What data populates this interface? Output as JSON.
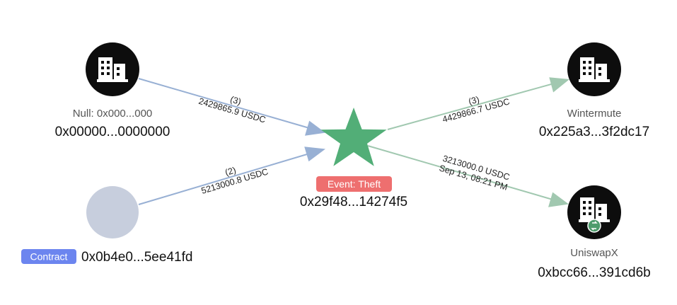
{
  "colors": {
    "in_edge": "#98b0d4",
    "out_edge": "#a1c8b0",
    "star": "#52ae77",
    "node_dark": "#0d0d0d",
    "node_unknown": "#c7cedd",
    "event_badge": "#ee6f6f",
    "contract_badge": "#6c85ef",
    "uniswap_badge": "#4e9c6c"
  },
  "center": {
    "badge": "Event: Theft",
    "address": "0x29f48...14274f5",
    "icon": "star-icon"
  },
  "nodes": {
    "null_node": {
      "label": "Null: 0x000...000",
      "address": "0x00000...0000000",
      "icon": "building-icon"
    },
    "contract_node": {
      "badge": "Contract",
      "address": "0x0b4e0...5ee41fd",
      "icon": "circle-icon"
    },
    "wintermute_node": {
      "label": "Wintermute",
      "address": "0x225a3...3f2dc17",
      "icon": "building-icon"
    },
    "uniswapx_node": {
      "label": "UniswapX",
      "address": "0xbcc66...391cd6b",
      "icon": "building-icon",
      "sub_icon": "swap-icon"
    }
  },
  "edges": {
    "null_to_center": {
      "count": "(3)",
      "amount": "2429865.9 USDC"
    },
    "contract_to_center": {
      "count": "(2)",
      "amount": "5213000.8 USDC"
    },
    "center_to_wintermute": {
      "count": "(3)",
      "amount": "4429866.7 USDC"
    },
    "center_to_uniswapx": {
      "amount": "3213000.0 USDC",
      "time": "Sep 13, 08:21 PM"
    }
  }
}
